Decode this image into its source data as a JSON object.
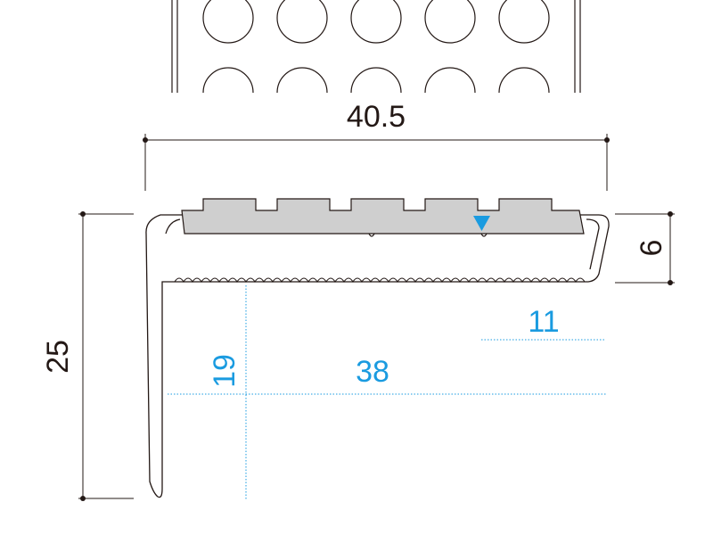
{
  "diagram": {
    "dimensions": {
      "overall_width": "40.5",
      "overall_height": "25",
      "tread_height": "6",
      "inner_depth": "38",
      "nosing_height": "19",
      "insert_width": "11"
    },
    "colors": {
      "line": "#231815",
      "dimension_blue": "#1a9be0",
      "insert_fill": "#cfcfcf",
      "marker": "#1a9be0"
    }
  }
}
